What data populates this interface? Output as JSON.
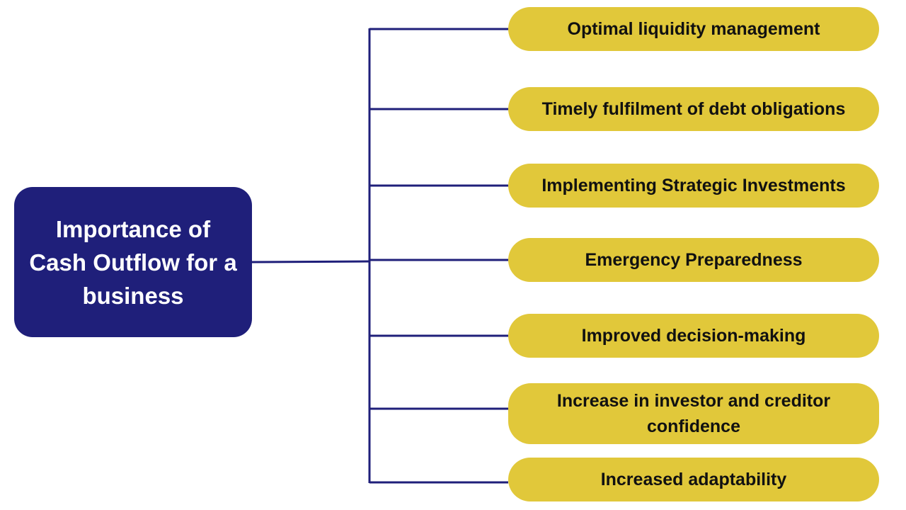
{
  "diagram": {
    "root": {
      "title": "Importance of\nCash Outflow for a\nbusiness"
    },
    "branches": [
      {
        "label": "Optimal liquidity management"
      },
      {
        "label": "Timely fulfilment of debt obligations"
      },
      {
        "label": "Implementing Strategic Investments"
      },
      {
        "label": "Emergency Preparedness"
      },
      {
        "label": "Improved decision-making"
      },
      {
        "label": "Increase in investor and creditor confidence"
      },
      {
        "label": "Increased adaptability"
      }
    ]
  },
  "colors": {
    "root_fill": "#1f1f7a",
    "branch_fill": "#e1c83a",
    "connector": "#1f1f7a",
    "root_text": "#ffffff",
    "branch_text": "#111111"
  }
}
